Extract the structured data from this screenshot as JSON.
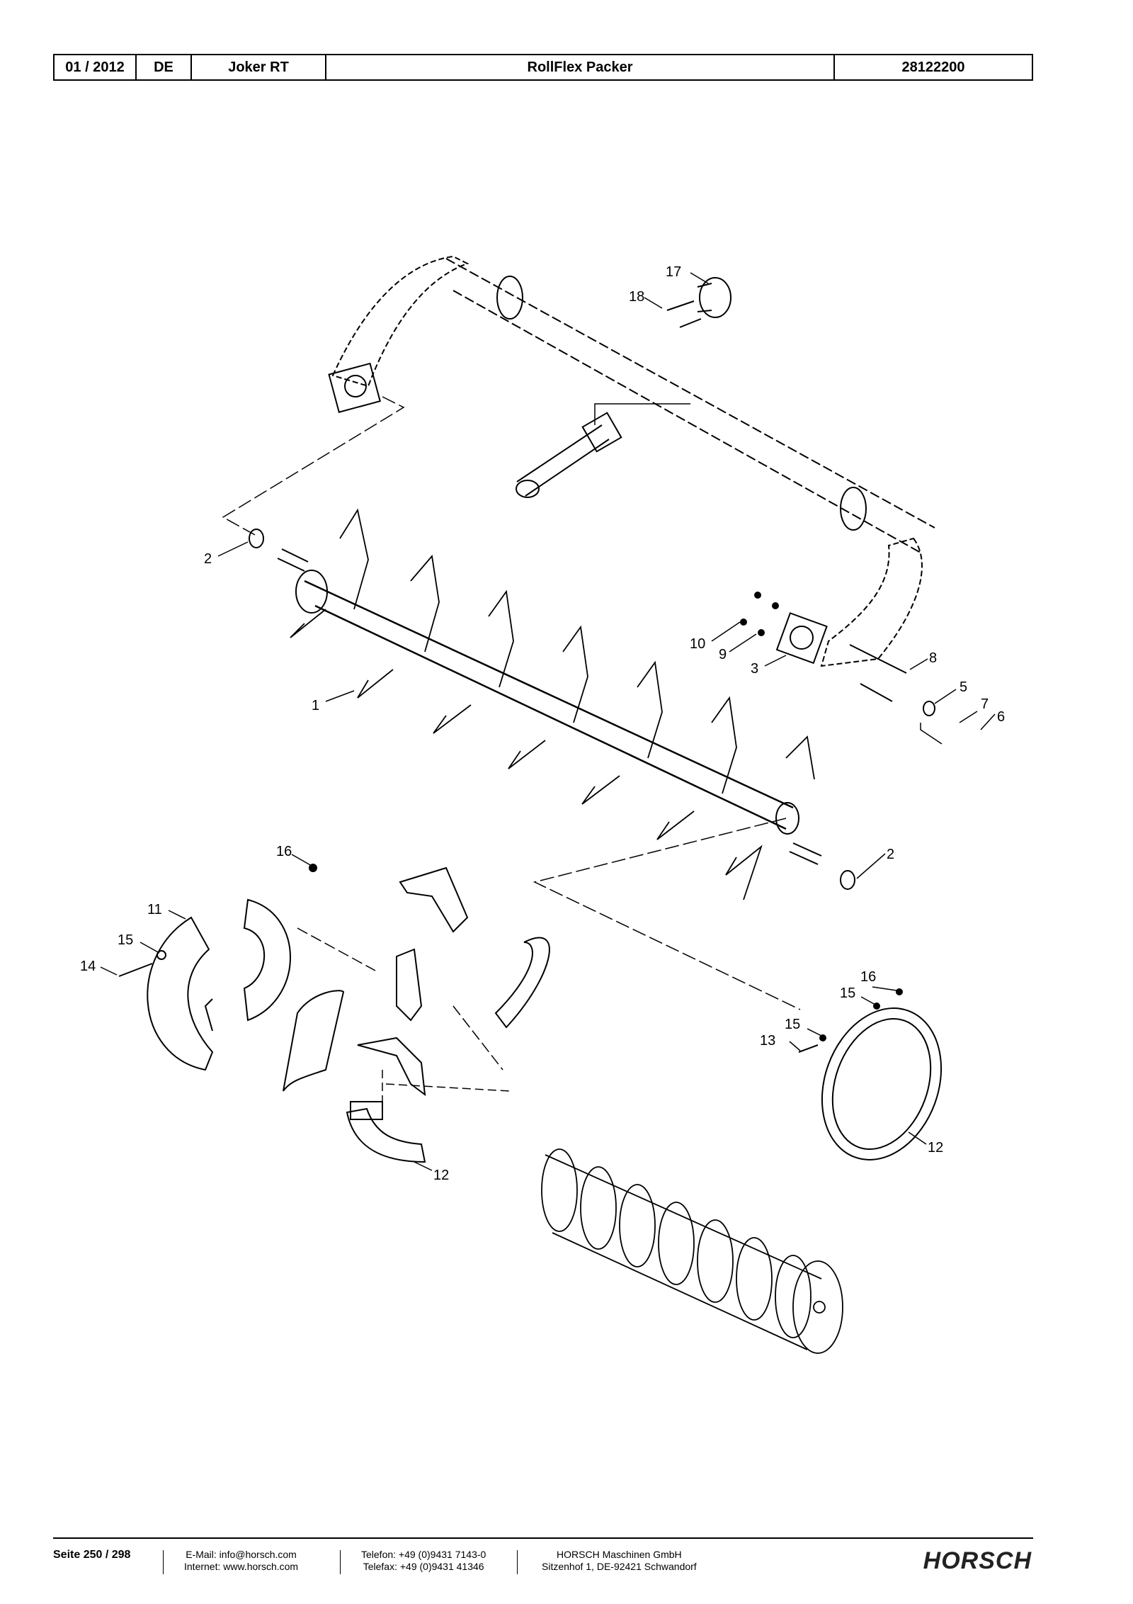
{
  "header": {
    "date": "01 / 2012",
    "language": "DE",
    "model": "Joker RT",
    "assembly": "RollFlex Packer",
    "part_number": "28122200"
  },
  "callouts": [
    "17",
    "18",
    "2",
    "10",
    "9",
    "3",
    "8",
    "5",
    "7",
    "6",
    "1",
    "2",
    "16",
    "11",
    "15",
    "14",
    "16",
    "15",
    "15",
    "13",
    "12",
    "12"
  ],
  "footer": {
    "page": "Seite 250 / 298",
    "email": "E-Mail: info@horsch.com",
    "internet": "Internet: www.horsch.com",
    "phone": "Telefon: +49 (0)9431 7143-0",
    "fax": "Telefax: +49 (0)9431 41346",
    "company": "HORSCH Maschinen GmbH",
    "address": "Sitzenhof 1, DE-92421 Schwandorf",
    "logo": "HORSCH"
  }
}
